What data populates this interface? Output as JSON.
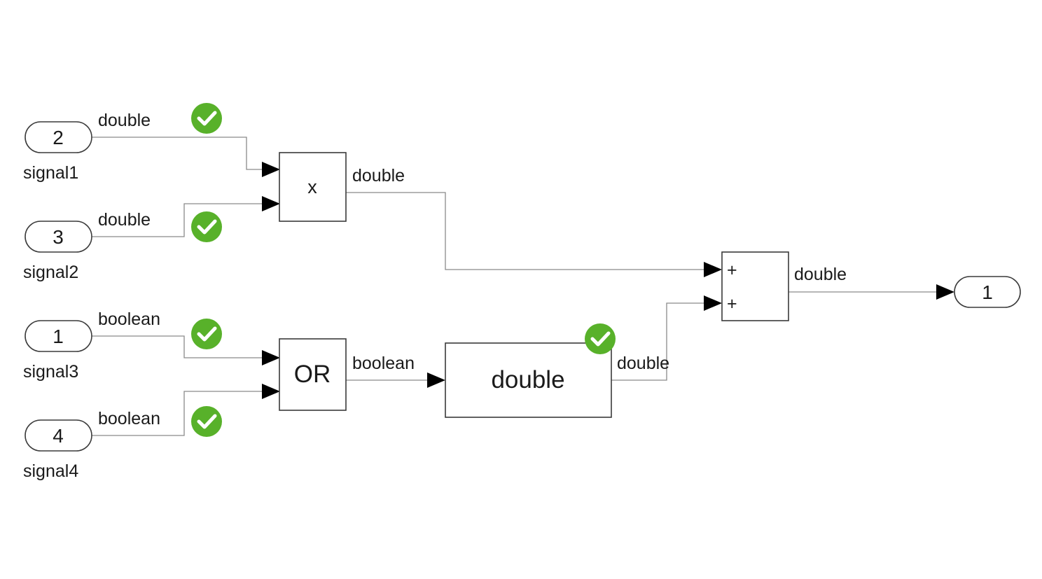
{
  "inports": [
    {
      "number": "2",
      "name": "signal1"
    },
    {
      "number": "3",
      "name": "signal2"
    },
    {
      "number": "1",
      "name": "signal3"
    },
    {
      "number": "4",
      "name": "signal4"
    }
  ],
  "outport": {
    "number": "1"
  },
  "blocks": {
    "product": {
      "label": "x"
    },
    "logical_or": {
      "label": "OR"
    },
    "conversion": {
      "label": "double"
    },
    "sum": {
      "sign1": "+",
      "sign2": "+"
    }
  },
  "signal_types": {
    "signal1": "double",
    "signal2": "double",
    "signal3": "boolean",
    "signal4": "boolean",
    "product_out": "double",
    "or_out": "boolean",
    "conversion_out": "double",
    "sum_out": "double"
  },
  "status": {
    "color": "#58b12a",
    "icon": "check-icon"
  }
}
